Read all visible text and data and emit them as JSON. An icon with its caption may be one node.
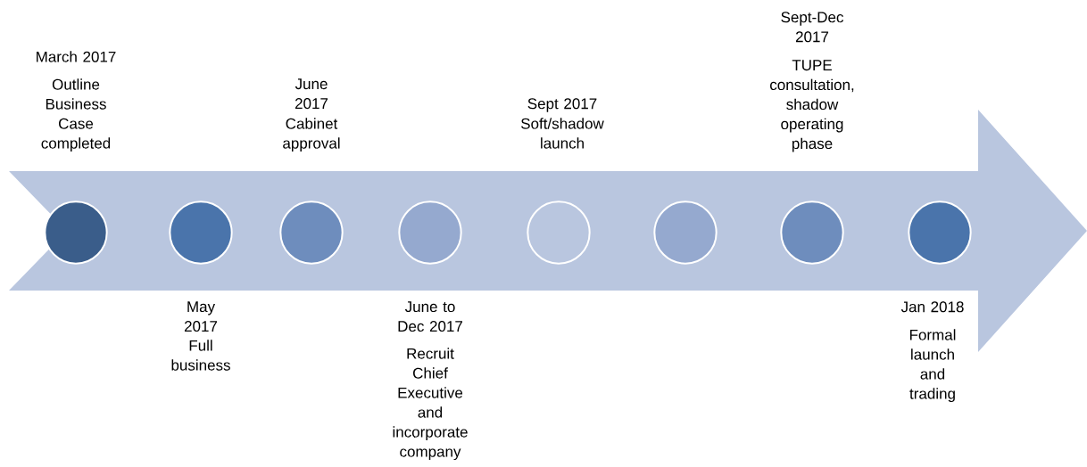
{
  "diagram": {
    "nodes": [
      {
        "text": [],
        "shape": "circle",
        "beside": [
          "March 2017",
          "Outline Business Case completed"
        ]
      },
      {
        "text": [],
        "shape": "circle",
        "beside": [
          "May 2017",
          "Full business"
        ]
      },
      {
        "text": [],
        "shape": "circle",
        "beside": [
          "June 2017",
          "Cabinet approval"
        ]
      },
      {
        "text": [],
        "shape": "circle",
        "beside": [
          "June to Dec 2017",
          "Recruit Chief Executive and incorporate company"
        ]
      },
      {
        "text": [],
        "shape": "circle",
        "beside": [
          "Sept 2017",
          "Soft/shadow launch"
        ]
      },
      {
        "text": [],
        "shape": "circle"
      },
      {
        "text": [],
        "shape": "circle",
        "beside": [
          "Sept-Dec 2017",
          "TUPE consultation, shadow operating phase"
        ]
      },
      {
        "text": [],
        "shape": "circle",
        "beside": [
          "Jan 2018",
          "Formal launch and trading"
        ]
      }
    ]
  }
}
